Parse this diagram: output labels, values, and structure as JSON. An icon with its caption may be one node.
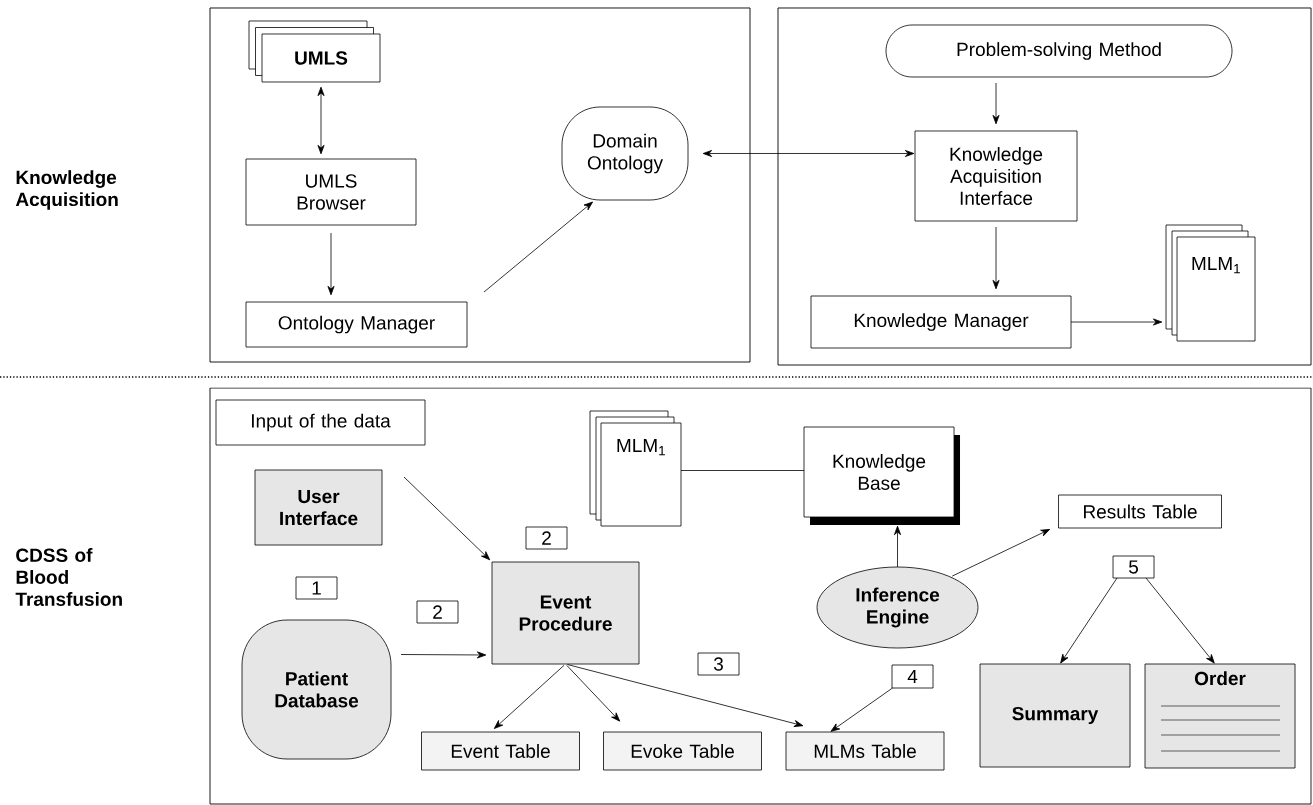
{
  "diagram": {
    "nodes": [
      {
        "text": [],
        "shape": "box"
      },
      {
        "text": [],
        "shape": "box"
      },
      {
        "text": [
          "UMLS"
        ],
        "in": 0
      },
      {
        "text": [
          "UMLS Browser"
        ],
        "in": 0
      },
      {
        "text": [
          "Ontology Manager"
        ],
        "in": 0
      },
      {
        "text": [
          "Domain Ontology"
        ],
        "in": 0
      },
      {
        "text": [
          "Problem-solving Method"
        ],
        "in": 1
      },
      {
        "text": [
          "Knowledge Acquisition Interface"
        ],
        "in": 1
      },
      {
        "text": [
          "Knowledge Manager"
        ],
        "in": 1
      },
      {
        "text": [
          "MLM$_{1}$"
        ],
        "in": 1
      },
      {
        "text": [],
        "shape": "box"
      },
      {
        "text": [
          "Input of the data"
        ],
        "in": 10
      },
      {
        "text": [
          "User Interface"
        ],
        "in": 10
      },
      {
        "text": [
          "Event Procedure"
        ],
        "in": 10
      },
      {
        "text": [
          "Patient Database"
        ],
        "in": 10
      },
      {
        "text": [
          "MLM$_{1}$"
        ],
        "in": 10
      },
      {
        "text": [
          "Knowledge Base"
        ],
        "in": 10
      },
      {
        "text": [
          "Results Table"
        ],
        "in": 10
      },
      {
        "text": [
          "Inference Engine"
        ],
        "in": 10
      },
      {
        "text": [
          "Event Table"
        ],
        "in": 10
      },
      {
        "text": [
          "Evoke Table"
        ],
        "in": 10
      },
      {
        "text": [
          "MLMs Table"
        ],
        "in": 10
      },
      {
        "text": [
          "Summary"
        ],
        "in": 10
      },
      {
        "text": [
          "Order"
        ],
        "in": 10
      },
      {
        "text": [
          "4"
        ],
        "in": 10
      },
      {
        "text": [
          "5"
        ],
        "in": 10
      },
      {
        "text": [
          "1"
        ],
        "in": 10
      },
      {
        "text": [
          "2"
        ],
        "in": 10
      },
      {
        "text": [
          "2"
        ],
        "in": 10
      },
      {
        "text": [
          "3"
        ],
        "in": 10
      }
    ],
    "edges": [
      {
        "from": 2,
        "to": 3,
        "arrow": "both"
      },
      {
        "from": 3,
        "to": 4,
        "arrow": "to"
      },
      {
        "from": 4,
        "to": 5,
        "arrow": "to"
      },
      {
        "from": 5,
        "to": 7,
        "arrow": "both"
      },
      {
        "from": 6,
        "to": 7,
        "arrow": "to"
      },
      {
        "from": 7,
        "to": 8,
        "arrow": "to"
      },
      {
        "from": 8,
        "to": 9,
        "arrow": "to"
      },
      {
        "from": 15,
        "to": 16,
        "arrow": "none"
      },
      {
        "from": 18,
        "to": 16,
        "arrow": "to"
      },
      {
        "from": 18,
        "to": 17,
        "arrow": "to"
      },
      {
        "from": 12,
        "to": 13,
        "arrow": "to"
      },
      {
        "from": 14,
        "to": 13,
        "arrow": "to"
      },
      {
        "from": 13,
        "to": 19,
        "arrow": "to"
      },
      {
        "from": 13,
        "to": 20,
        "arrow": "to"
      },
      {
        "from": 13,
        "to": 21,
        "arrow": "to"
      },
      {
        "from": 24,
        "to": 21,
        "arrow": "to"
      },
      {
        "from": 25,
        "to": 22,
        "arrow": "to"
      },
      {
        "from": 25,
        "to": 23,
        "arrow": "to"
      }
    ],
    "labels": [
      "Knowledge Acquisition",
      "CDSS of Blood Transfusion"
    ]
  }
}
